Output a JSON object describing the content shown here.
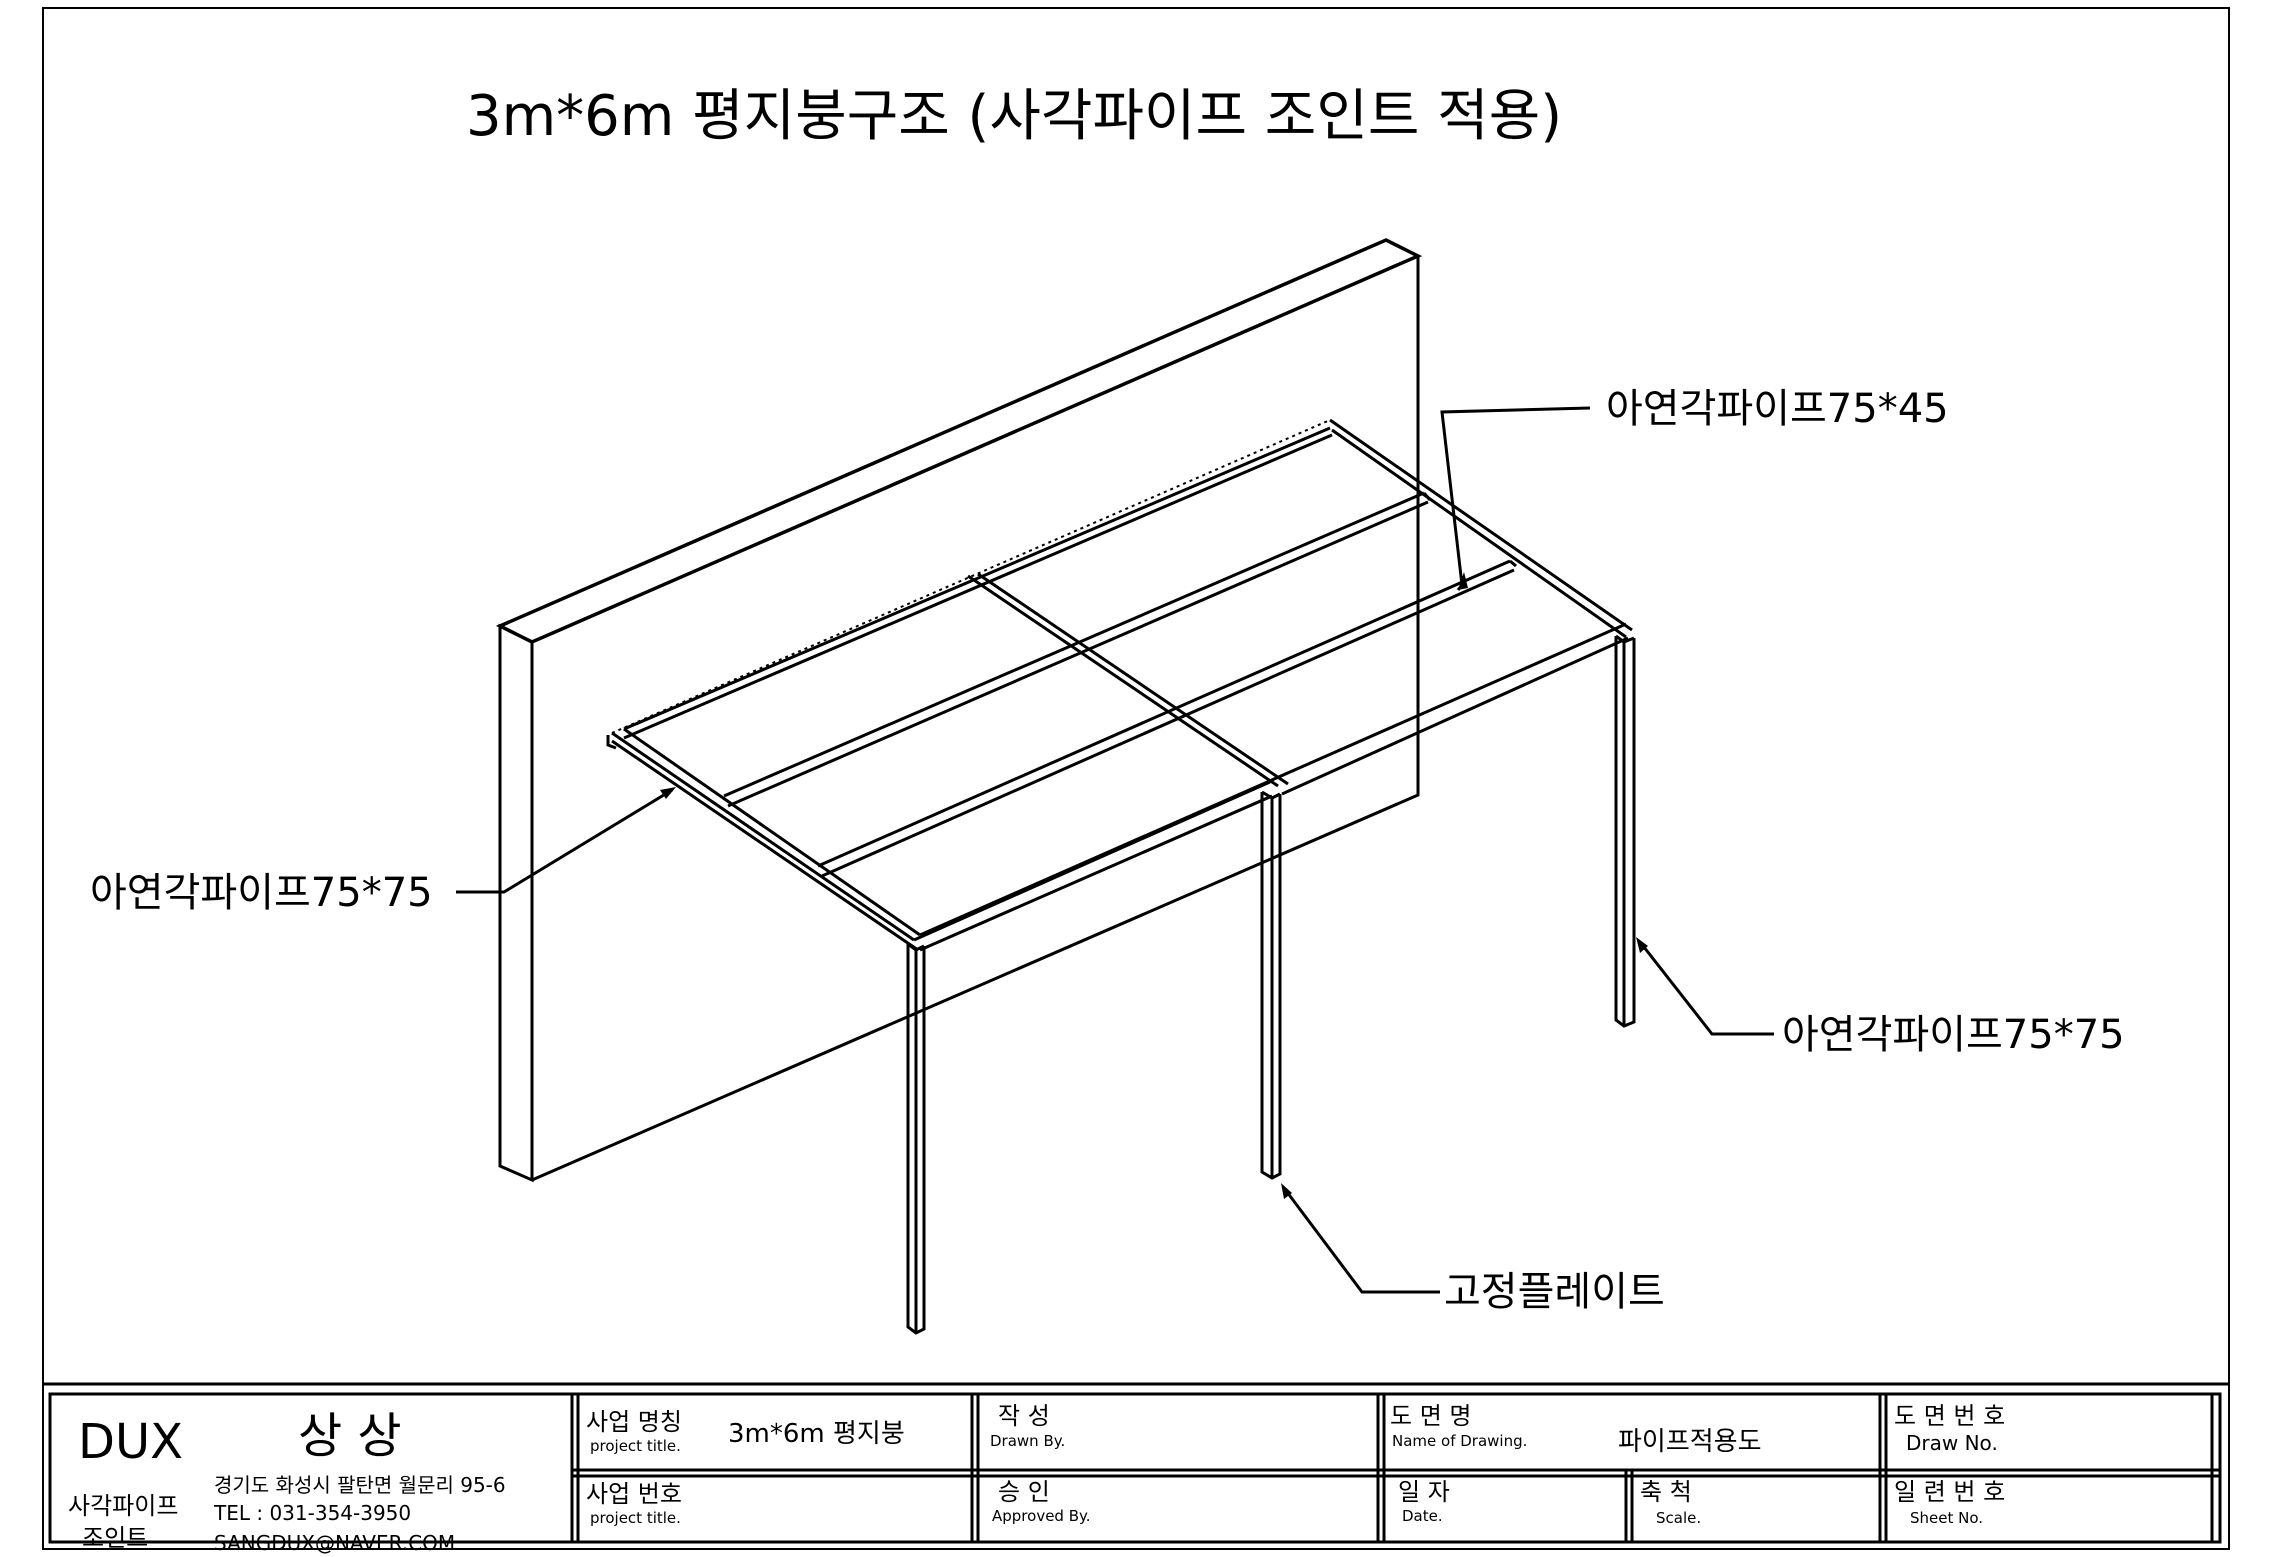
{
  "drawing": {
    "title": "3m*6m 평지붕구조 (사각파이프 조인트 적용)",
    "labels": {
      "top_right": "아연각파이프75*45",
      "left": "아연각파이프75*75",
      "right": "아연각파이프75*75",
      "bottom": "고정플레이트"
    }
  },
  "title_block": {
    "company": {
      "brand": "DUX",
      "name": "상 상",
      "sub_line1": "사각파이프",
      "sub_line2": "조인트",
      "address": "경기도 화성시 팔탄면 월문리 95-6",
      "tel": "TEL : 031-354-3950",
      "email": "SANGDUX@NAVER.COM"
    },
    "project_name": {
      "label_ko": "사업 명칭",
      "label_en": "project title.",
      "value": "3m*6m 평지붕"
    },
    "project_no": {
      "label_ko": "사업 번호",
      "label_en": "project title.",
      "value": ""
    },
    "drawn_by": {
      "label_ko": "작    성",
      "label_en": "Drawn By.",
      "value": ""
    },
    "approved_by": {
      "label_ko": "승    인",
      "label_en": "Approved By.",
      "value": ""
    },
    "drawing_name": {
      "label_ko": "도  면  명",
      "label_en": "Name of Drawing.",
      "value": "파이프적용도"
    },
    "date": {
      "label_ko": "일  자",
      "label_en": "Date.",
      "value": ""
    },
    "scale": {
      "label_ko": "축  척",
      "label_en": "Scale.",
      "value": ""
    },
    "drawing_no": {
      "label_ko": "도 면 번 호",
      "label_en": "Draw No.",
      "value": ""
    },
    "sheet_no": {
      "label_ko": "일 련 번 호",
      "label_en": "Sheet No.",
      "value": ""
    }
  }
}
